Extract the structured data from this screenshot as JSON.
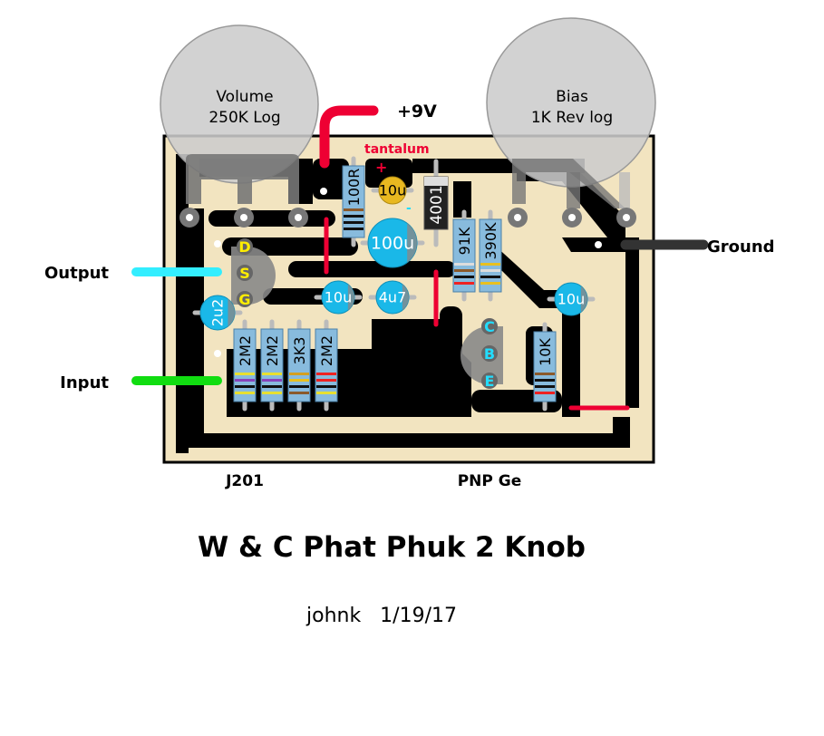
{
  "title": "W & C Phat Phuk 2 Knob",
  "author_date": "johnk   1/19/17",
  "colors": {
    "board": "#f2e4c0",
    "board_edge": "#000000",
    "trace": "#000000",
    "pot_body": "#cccccc",
    "pot_lug": "#777777",
    "wire_9v": "#ee0033",
    "jumper": "#ee0033",
    "wire_output": "#33eeff",
    "wire_input": "#11dd11",
    "wire_ground": "#333333",
    "cap_electrolytic": "#1ab8e8",
    "cap_tantalum": "#e8b820",
    "resistor_body": "#88bbdd",
    "diode_body": "#222222",
    "transistor_body": "#888888",
    "jfet_pin_text": "#ffee00",
    "bjt_pin_text": "#22ddff"
  },
  "pots": [
    {
      "name": "Volume",
      "value": "250K Log"
    },
    {
      "name": "Bias",
      "value": "1K Rev log"
    }
  ],
  "wires": {
    "power": "+9V",
    "output": "Output",
    "input": "Input",
    "ground": "Ground"
  },
  "annotations": {
    "tantalum": "tantalum",
    "plus": "+",
    "minus": "-"
  },
  "transistors": [
    {
      "label": "J201",
      "pins": [
        "D",
        "S",
        "G"
      ]
    },
    {
      "label": "PNP Ge",
      "pins": [
        "C",
        "B",
        "E"
      ]
    }
  ],
  "resistors": [
    {
      "label": "100R",
      "bands": [
        "#8b5a2b",
        "#111111",
        "#111111",
        "#111111"
      ]
    },
    {
      "label": "91K",
      "bands": [
        "#dddddd",
        "#8b5a2b",
        "#111111",
        "#ee2222"
      ]
    },
    {
      "label": "390K",
      "bands": [
        "#e8c020",
        "#dddddd",
        "#111111",
        "#e8c020"
      ]
    },
    {
      "label": "2M2",
      "bands": [
        "#e8e030",
        "#8844bb",
        "#111111",
        "#e8e030"
      ]
    },
    {
      "label": "2M2",
      "bands": [
        "#e8e030",
        "#8844bb",
        "#111111",
        "#e8e030"
      ]
    },
    {
      "label": "3K3",
      "bands": [
        "#d4a020",
        "#e8c020",
        "#111111",
        "#8b5a2b"
      ]
    },
    {
      "label": "2M2",
      "bands": [
        "#ee2222",
        "#ee2222",
        "#111111",
        "#e8e030"
      ]
    },
    {
      "label": "10K",
      "bands": [
        "#8b5a2b",
        "#111111",
        "#111111",
        "#ee2222"
      ]
    }
  ],
  "capacitors": [
    {
      "label": "10u",
      "type": "tantalum"
    },
    {
      "label": "100u",
      "type": "electrolytic"
    },
    {
      "label": "10u",
      "type": "electrolytic"
    },
    {
      "label": "4u7",
      "type": "electrolytic"
    },
    {
      "label": "2u2",
      "type": "electrolytic"
    },
    {
      "label": "10u",
      "type": "electrolytic"
    }
  ],
  "diodes": [
    {
      "label": "4001"
    }
  ]
}
